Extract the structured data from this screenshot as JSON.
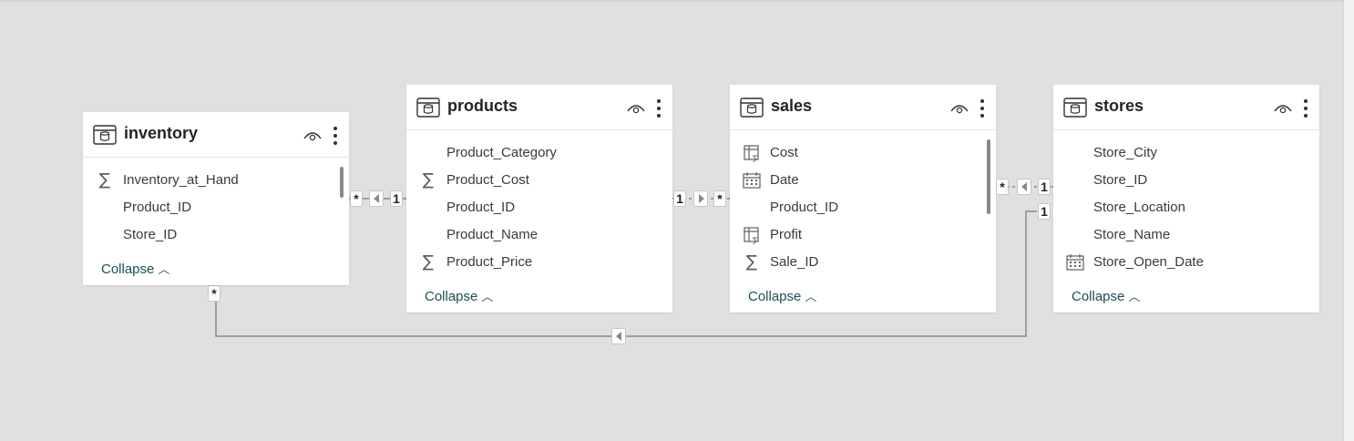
{
  "tables": [
    {
      "name": "inventory",
      "fields": [
        {
          "label": "Inventory_at_Hand",
          "icon": "sigma-icon"
        },
        {
          "label": "Product_ID",
          "icon": ""
        },
        {
          "label": "Store_ID",
          "icon": ""
        }
      ],
      "collapse": "Collapse"
    },
    {
      "name": "products",
      "fields": [
        {
          "label": "Product_Category",
          "icon": ""
        },
        {
          "label": "Product_Cost",
          "icon": "sigma-icon"
        },
        {
          "label": "Product_ID",
          "icon": ""
        },
        {
          "label": "Product_Name",
          "icon": ""
        },
        {
          "label": "Product_Price",
          "icon": "sigma-icon"
        }
      ],
      "collapse": "Collapse"
    },
    {
      "name": "sales",
      "fields": [
        {
          "label": "Cost",
          "icon": "calculated-column-icon"
        },
        {
          "label": "Date",
          "icon": "calendar-icon"
        },
        {
          "label": "Product_ID",
          "icon": ""
        },
        {
          "label": "Profit",
          "icon": "calculated-column-icon"
        },
        {
          "label": "Sale_ID",
          "icon": "sigma-icon"
        }
      ],
      "collapse": "Collapse"
    },
    {
      "name": "stores",
      "fields": [
        {
          "label": "Store_City",
          "icon": ""
        },
        {
          "label": "Store_ID",
          "icon": ""
        },
        {
          "label": "Store_Location",
          "icon": ""
        },
        {
          "label": "Store_Name",
          "icon": ""
        },
        {
          "label": "Store_Open_Date",
          "icon": "calendar-icon"
        }
      ],
      "collapse": "Collapse"
    }
  ],
  "relationships": [
    {
      "from": "inventory",
      "to": "products",
      "from_cardinality": "*",
      "to_cardinality": "1",
      "filter_direction": "single"
    },
    {
      "from": "products",
      "to": "sales",
      "from_cardinality": "1",
      "to_cardinality": "*",
      "filter_direction": "single"
    },
    {
      "from": "sales",
      "to": "stores",
      "from_cardinality": "*",
      "to_cardinality": "1",
      "filter_direction": "single"
    },
    {
      "from": "inventory",
      "to": "stores",
      "from_cardinality": "*",
      "to_cardinality": "1",
      "filter_direction": "single"
    }
  ],
  "icons": {
    "table": "table-icon",
    "visibility": "eye-icon",
    "more": "more-options-icon"
  }
}
